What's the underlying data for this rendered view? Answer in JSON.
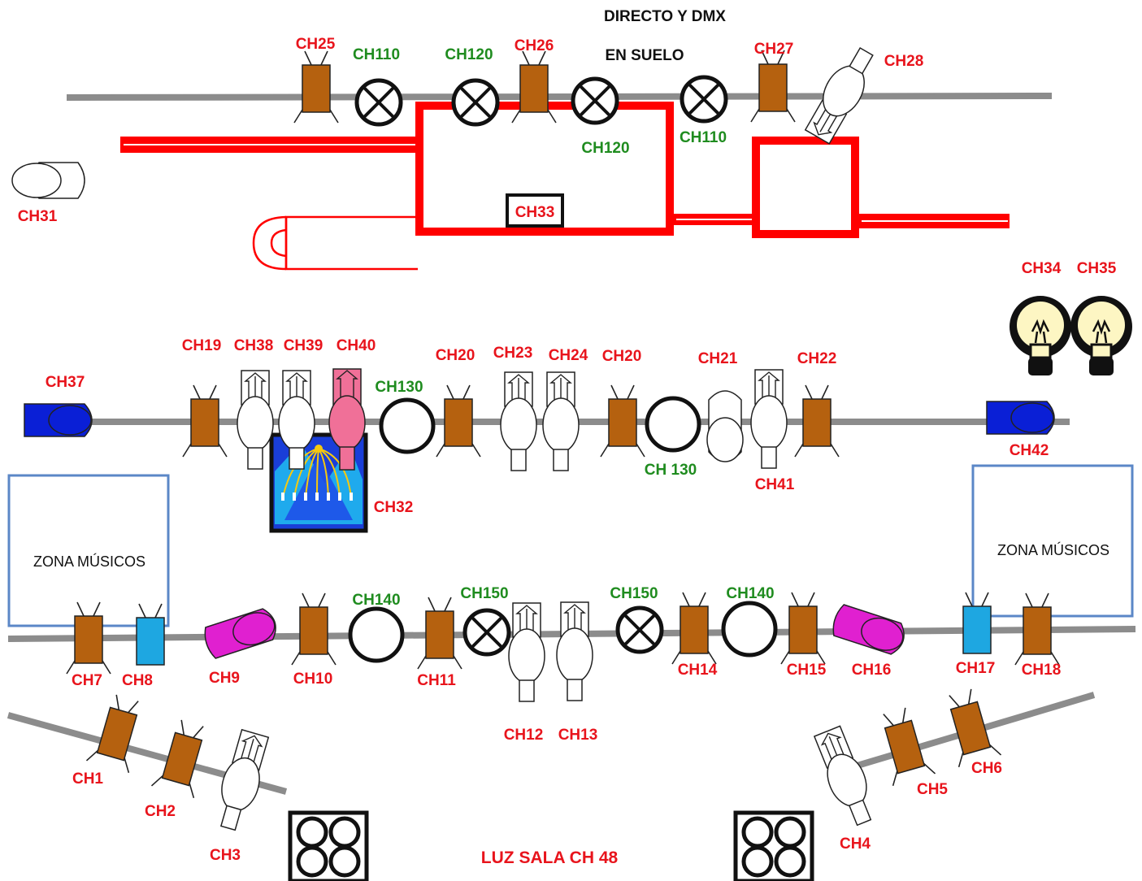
{
  "header": {
    "title": "DIRECTO Y DMX",
    "floor_note": "EN SUELO"
  },
  "zones": {
    "left": "ZONA MÚSICOS",
    "right": "ZONA MÚSICOS"
  },
  "house_light": "LUZ SALA CH 48",
  "set_box_label": "CH33",
  "bulbs": [
    "CH34",
    "CH35"
  ],
  "channels": {
    "ch25": "CH25",
    "ch110_a": "CH110",
    "ch120_a": "CH120",
    "ch26": "CH26",
    "ch120_b": "CH120",
    "ch110_b": "CH110",
    "ch27": "CH27",
    "ch28": "CH28",
    "ch31": "CH31",
    "ch37": "CH37",
    "ch19": "CH19",
    "ch38": "CH38",
    "ch39": "CH39",
    "ch40": "CH40",
    "ch130_a": "CH130",
    "ch20_a": "CH20",
    "ch23": "CH23",
    "ch24": "CH24",
    "ch20_b": "CH20",
    "ch21": "CH21",
    "ch130_b": "CH 130",
    "ch22": "CH22",
    "ch41": "CH41",
    "ch42": "CH42",
    "ch32": "CH32",
    "ch7": "CH7",
    "ch8": "CH8",
    "ch9": "CH9",
    "ch10": "CH10",
    "ch140_a": "CH140",
    "ch11": "CH11",
    "ch150_a": "CH150",
    "ch12": "CH12",
    "ch13": "CH13",
    "ch150_b": "CH150",
    "ch14": "CH14",
    "ch140_b": "CH140",
    "ch15": "CH15",
    "ch16": "CH16",
    "ch17": "CH17",
    "ch18": "CH18",
    "ch1": "CH1",
    "ch2": "CH2",
    "ch3": "CH3",
    "ch4": "CH4",
    "ch5": "CH5",
    "ch6": "CH6"
  },
  "colors": {
    "label_red": "#e8141c",
    "label_green": "#1f8c1f",
    "par_brown": "#b5610f",
    "par_blue": "#1ea7e1",
    "pipe_gray": "#8c8c8c",
    "stage_red": "#ff0000",
    "zone_border": "#5b87c7",
    "cyc_blue": "#0a1fd6",
    "profile_magenta": "#e020d0",
    "moving_head_pink": "#f07098",
    "bulb_yellow": "#fdf6c3"
  }
}
